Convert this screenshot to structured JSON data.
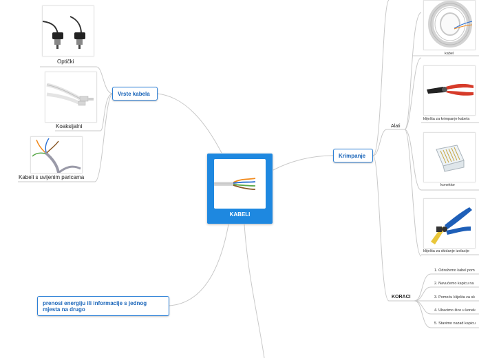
{
  "central": {
    "title": "KABELI",
    "image_icon": "twisted-cable-icon"
  },
  "branches": {
    "vrste_kabela": {
      "label": "Vrste kabela",
      "items": [
        {
          "label": "Optički",
          "icon": "optical-cable-icon"
        },
        {
          "label": "Koaksijalni",
          "icon": "coaxial-cable-icon"
        },
        {
          "label": "Kabeli s uvijenim paricama",
          "icon": "twisted-pair-icon"
        }
      ]
    },
    "definition": {
      "label": "prenosi energiju ili informacije s jednog mjesta na drugo"
    },
    "krimpanje": {
      "label": "Krimpanje",
      "alati": {
        "label": "Alati",
        "items": [
          {
            "label": "kabel",
            "icon": "cable-coil-icon"
          },
          {
            "label": "kliješta za krimpanje kabela",
            "icon": "crimping-pliers-icon"
          },
          {
            "label": "konektor",
            "icon": "rj45-connector-icon"
          },
          {
            "label": "kliješta za skidanje izolacije",
            "icon": "wire-stripper-icon"
          }
        ]
      },
      "koraci": {
        "label": "KORACI",
        "steps": [
          "1. Odrežemo kabel pom",
          "2. Navučemo kapicu na",
          "3. Pomoću kliješta za sk",
          "4. Ubacimo žice u konek",
          "5. Stavimo nazad kapicu"
        ]
      }
    }
  },
  "colors": {
    "accent": "#1e88e0",
    "topic_border": "#2b7fd6",
    "topic_text": "#1763b8",
    "connector": "#c8c8c8"
  }
}
